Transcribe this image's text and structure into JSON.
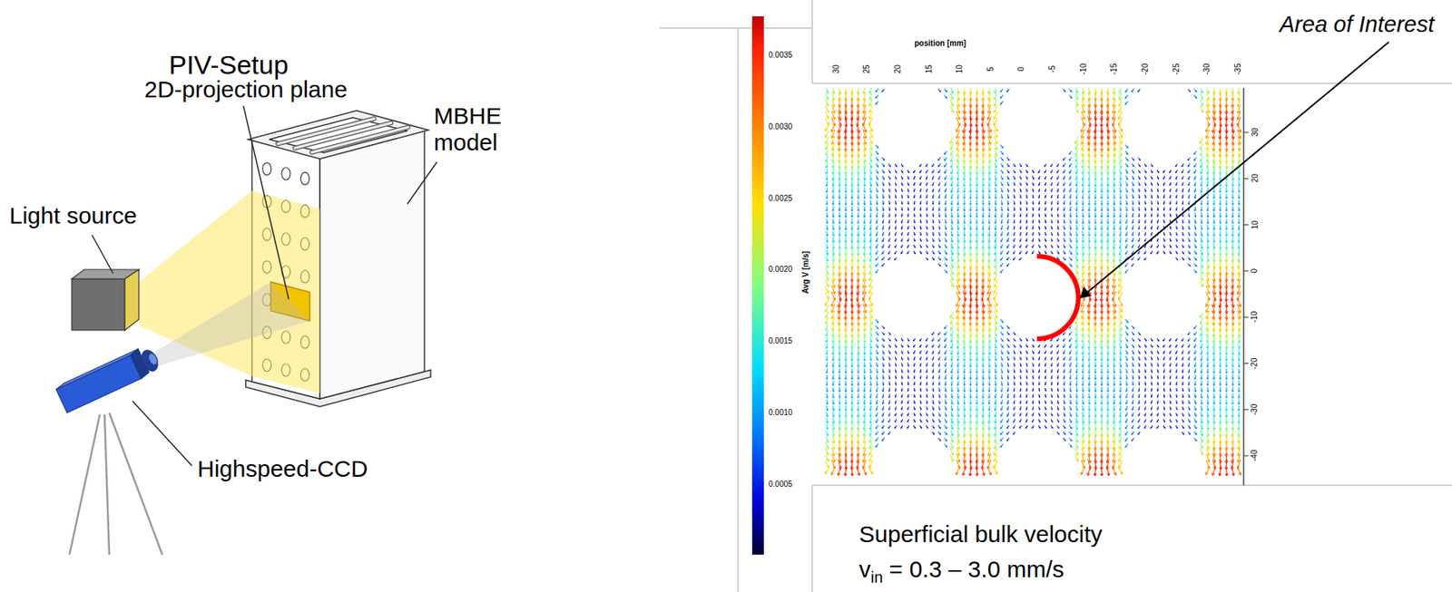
{
  "diagram": {
    "title": "PIV-Setup",
    "labels": [
      "2D-projection plane",
      "MBHE model",
      "Light source",
      "Highspeed-CCD",
      "position [mm]",
      "30",
      "25",
      "20",
      "15",
      "10",
      "5",
      "0",
      "-5",
      "-10",
      "-15",
      "-20",
      "-25",
      "-30",
      "-35",
      "30",
      "20",
      "10",
      "0",
      "-10",
      "-20",
      "-30",
      "-40",
      "0.0035",
      "0.0030",
      "0.0025",
      "0.0020",
      "0.0015",
      "0.0010",
      "0.0005",
      "Avg V [m/s]",
      "Area of Interest",
      "Superficial bulk velocity",
      "v",
      "in",
      "= 0.3 – 3.0 mm/s"
    ]
  }
}
